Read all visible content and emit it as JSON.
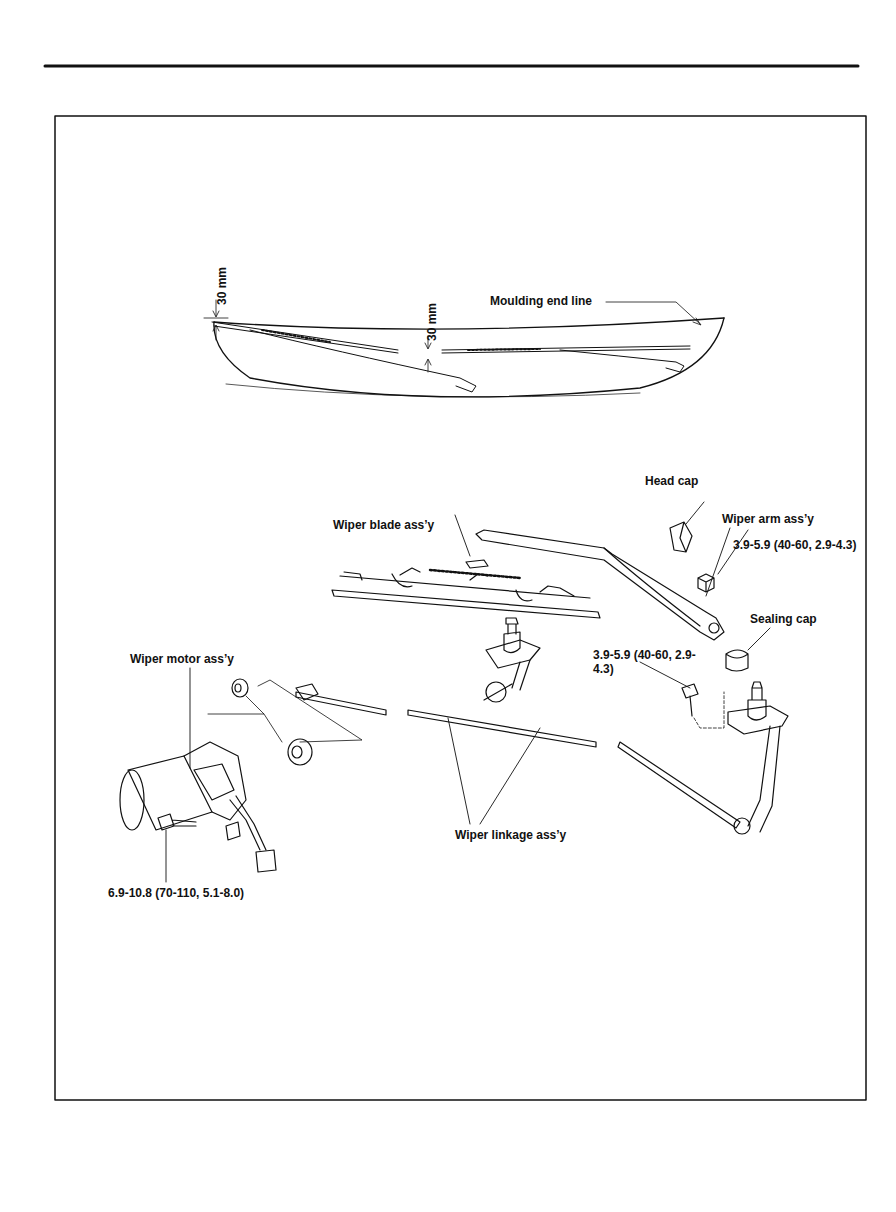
{
  "diagram": {
    "labels": [
      "30 mm",
      "30 mm",
      "Moulding end line",
      "Head cap",
      "Wiper arm ass’y",
      "3.9-5.9 (40-60, 2.9-4.3)",
      "Wiper blade ass’y",
      "Sealing cap",
      "3.9-5.9 (40-60, 2.9-4.3)",
      "Wiper motor ass’y",
      "Wiper linkage ass’y",
      "6.9-10.8 (70-110, 5.1-8.0)"
    ]
  }
}
